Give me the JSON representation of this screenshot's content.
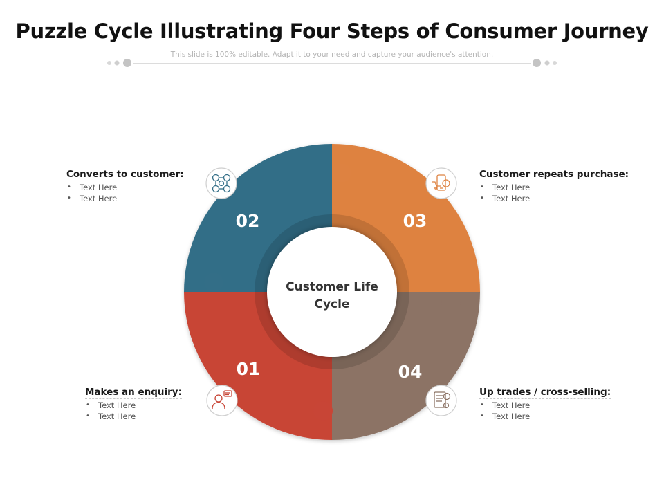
{
  "title": "Puzzle Cycle Illustrating Four Steps of Consumer Journey",
  "subtitle": "This slide is 100% editable. Adapt it to your need and capture your audience's attention.",
  "center_label": "Customer Life Cycle",
  "steps": [
    {
      "number": "01",
      "label": "Makes an enquiry:",
      "bullets": [
        "Text Here",
        "Text Here"
      ],
      "color": "#C84536",
      "icon": "enquiry-chat-icon"
    },
    {
      "number": "02",
      "label": "Converts to customer:",
      "bullets": [
        "Text Here",
        "Text Here"
      ],
      "color": "#336E87",
      "icon": "customer-network-icon"
    },
    {
      "number": "03",
      "label": "Customer repeats purchase:",
      "bullets": [
        "Text Here",
        "Text Here"
      ],
      "color": "#DE8241",
      "icon": "mobile-purchase-icon"
    },
    {
      "number": "04",
      "label": "Up trades / cross-selling:",
      "bullets": [
        "Text Here",
        "Text Here"
      ],
      "color": "#8C7365",
      "icon": "document-trade-icon"
    }
  ],
  "colors": {
    "title": "#111111",
    "subtitle": "#B4B4B4",
    "icon_outline": "#CFCFCF"
  }
}
